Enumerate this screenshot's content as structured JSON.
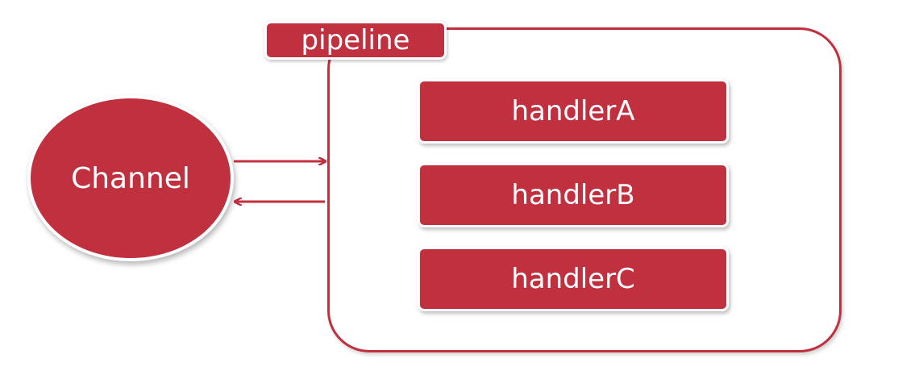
{
  "diagram": {
    "channel_label": "Channel",
    "pipeline_label": "pipeline",
    "handlers": [
      "handlerA",
      "handlerB",
      "handlerC"
    ],
    "accent_color": "#c0303f"
  }
}
